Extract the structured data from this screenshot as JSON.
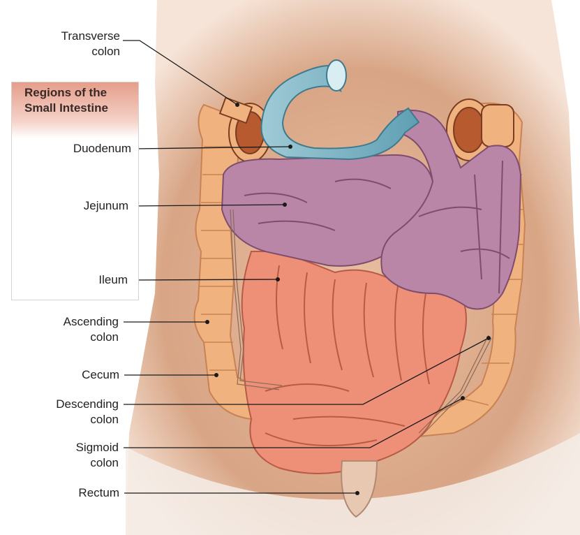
{
  "box": {
    "title_line1": "Regions of the",
    "title_line2": "Small Intestine"
  },
  "labels": {
    "transverse_colon": [
      "Transverse",
      "colon"
    ],
    "duodenum": "Duodenum",
    "jejunum": "Jejunum",
    "ileum": "Ileum",
    "ascending_colon": [
      "Ascending",
      "colon"
    ],
    "cecum": "Cecum",
    "descending_colon": [
      "Descending",
      "colon"
    ],
    "sigmoid_colon": [
      "Sigmoid",
      "colon"
    ],
    "rectum": "Rectum"
  },
  "colors": {
    "skin": "#d9a988",
    "colon": "#f0b27e",
    "duodenum": "#7fb6c6",
    "jejunum": "#b986a8",
    "ileum": "#ee8f77",
    "box_header": "#e59e8b"
  }
}
